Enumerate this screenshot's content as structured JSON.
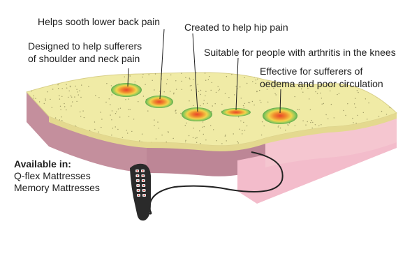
{
  "callouts": {
    "lower_back": "Helps sooth lower back pain",
    "shoulder_neck": [
      "Designed to help sufferers",
      "of shoulder and neck pain"
    ],
    "hip": "Created to help hip pain",
    "knees": "Suitable for people with arthritis in the knees",
    "oedema": [
      "Effective for sufferers of",
      "oedema and poor circulation"
    ]
  },
  "availability": {
    "heading": "Available in:",
    "items": [
      "Q-flex Mattresses",
      "Memory Mattresses"
    ]
  },
  "colors": {
    "mattress_top": "#f0eba6",
    "mattress_layer": "#c48f9d",
    "mattress_base": "#f5c6d0",
    "heat_center": "#e8452a",
    "heat_ring": "#6cbf4f",
    "remote_body": "#2a2a2a"
  }
}
